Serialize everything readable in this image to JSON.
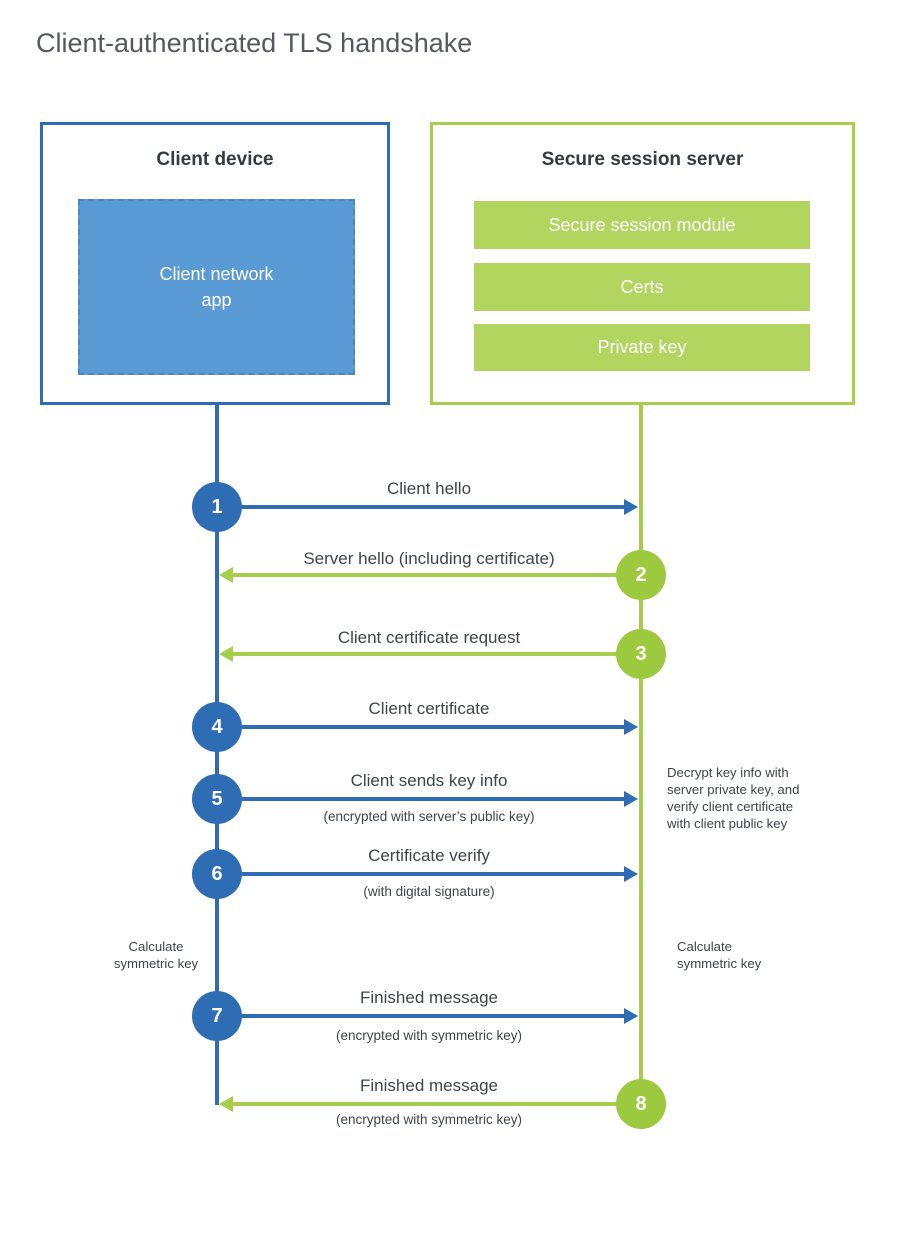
{
  "title": "Client-authenticated TLS handshake",
  "client": {
    "title": "Client device",
    "app_label": "Client network\napp"
  },
  "server": {
    "title": "Secure session server",
    "modules": [
      "Secure session module",
      "Certs",
      "Private key"
    ]
  },
  "colors": {
    "blue": "#2e6db4",
    "blue_fill": "#5b9bd5",
    "green": "#a6ce4a",
    "green_fill": "#b1d55e",
    "text_dark": "#3d444a",
    "title_gray": "#55595e"
  },
  "steps": [
    {
      "num": "1",
      "label": "Client hello",
      "sub": ""
    },
    {
      "num": "2",
      "label": "Server hello (including certificate)",
      "sub": ""
    },
    {
      "num": "3",
      "label": "Client certificate request",
      "sub": ""
    },
    {
      "num": "4",
      "label": "Client certificate",
      "sub": ""
    },
    {
      "num": "5",
      "label": "Client sends key info",
      "sub": "(encrypted with server’s public key)"
    },
    {
      "num": "6",
      "label": "Certificate verify",
      "sub": "(with digital signature)"
    },
    {
      "num": "7",
      "label": "Finished message",
      "sub": "(encrypted with symmetric key)"
    },
    {
      "num": "8",
      "label": "Finished message",
      "sub": "(encrypted with symmetric key)"
    }
  ],
  "annotations": {
    "decrypt": "Decrypt key info with\nserver private key, and\nverify client certificate\nwith client public key",
    "calc_left": "Calculate\nsymmetric key",
    "calc_right": "Calculate\nsymmetric key"
  }
}
